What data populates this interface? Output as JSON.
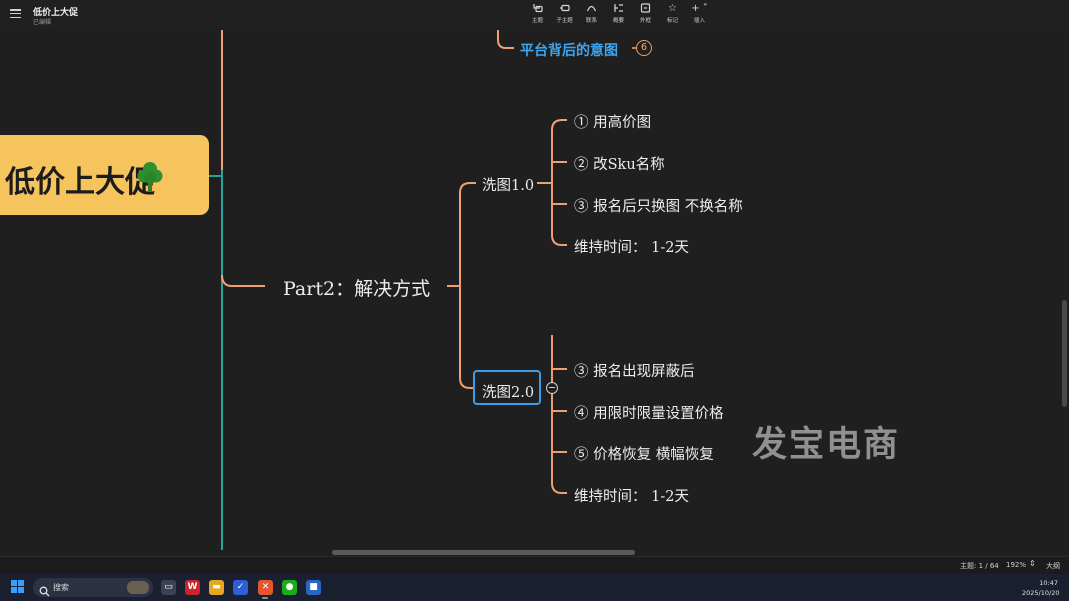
{
  "window": {
    "title": "低价上大促",
    "status": "已编辑"
  },
  "toolbar": {
    "items": [
      {
        "label": "主题",
        "icon": "topic-icon"
      },
      {
        "label": "子主题",
        "icon": "subtopic-icon"
      },
      {
        "label": "联系",
        "icon": "relationship-icon"
      },
      {
        "label": "概要",
        "icon": "summary-icon"
      },
      {
        "label": "外框",
        "icon": "boundary-icon"
      },
      {
        "label": "标记",
        "icon": "star-icon"
      },
      {
        "label": "插入",
        "icon": "insert-plus-icon"
      }
    ]
  },
  "mindmap": {
    "root": {
      "label": "低价上大促",
      "icon": "tree-icon"
    },
    "intent_node": {
      "label": "平台背后的意图",
      "badge": "6"
    },
    "part2": {
      "label": "Part2：解决方式"
    },
    "branch1": {
      "label": "洗图1.0",
      "children": [
        "① 用高价图",
        "② 改Sku名称",
        "③ 报名后只换图 不换名称",
        "维持时间：  1-2天"
      ]
    },
    "branch2": {
      "label": "洗图2.0",
      "children": [
        "③ 报名出现屏蔽后",
        "④ 用限时限量设置价格",
        "⑤ 价格恢复 横幅恢复",
        "维持时间：  1-2天"
      ]
    },
    "colors": {
      "root_fill": "#f6c45c",
      "branch_line": "#f0a070",
      "teal_line": "#2aa39a",
      "selected_border": "#3d9be9",
      "intent_text": "#3fa4f0"
    }
  },
  "watermark": "发宝电商",
  "statusbar": {
    "topics": "主题: 1 / 64",
    "zoom": "192%",
    "outline": "大纲"
  },
  "taskbar": {
    "search_placeholder": "搜索",
    "apps": [
      "wps-icon",
      "file-explorer-icon",
      "todo-icon",
      "xmind-icon",
      "wechat-icon",
      "store-icon"
    ],
    "time": "10:47",
    "date": "2025/10/20"
  }
}
